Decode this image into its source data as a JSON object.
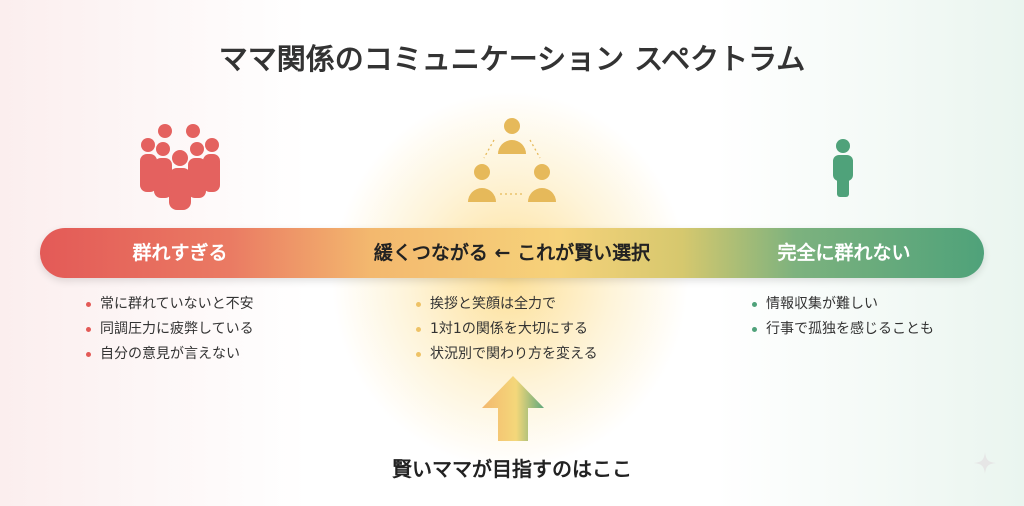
{
  "title": "ママ関係のコミュニケーション スペクトラム",
  "colors": {
    "left": "#e35a57",
    "middle": "#e9b74e",
    "right": "#4fa27a"
  },
  "columns": [
    {
      "label": "群れすぎる",
      "icon": "crowd-icon",
      "bullets": [
        "常に群れていないと不安",
        "同調圧力に疲弊している",
        "自分の意見が言えない"
      ]
    },
    {
      "label": "緩くつながる ← これが賢い選択",
      "icon": "connected-trio-icon",
      "bullets": [
        "挨拶と笑顔は全力で",
        "1対1の関係を大切にする",
        "状況別で関わり方を変える"
      ]
    },
    {
      "label": "完全に群れない",
      "icon": "single-person-icon",
      "bullets": [
        "情報収集が難しい",
        "行事で孤独を感じることも"
      ]
    }
  ],
  "callout": "賢いママが目指すのはここ"
}
